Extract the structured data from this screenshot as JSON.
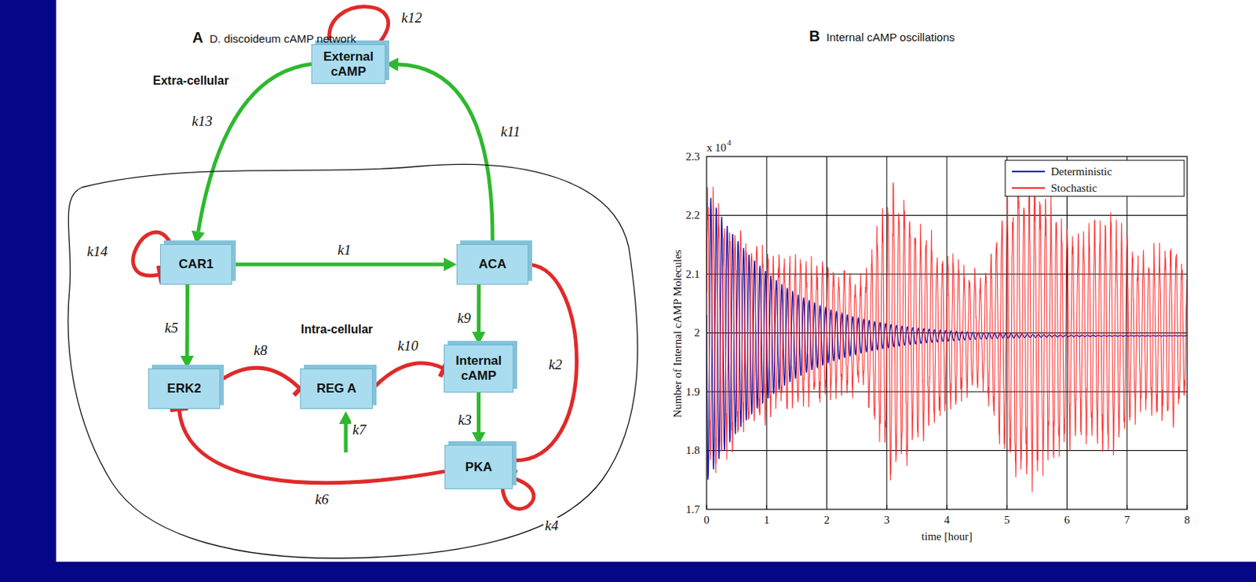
{
  "diagram": {
    "nodes": [
      {
        "text": [
          "External cAMP"
        ]
      },
      {
        "text": [
          "Intra-cellular"
        ]
      },
      {
        "text": [
          "CAR1"
        ],
        "in": 1
      },
      {
        "text": [
          "ACA"
        ],
        "in": 1
      },
      {
        "text": [
          "ERK2"
        ],
        "in": 1
      },
      {
        "text": [
          "REG A"
        ],
        "in": 1
      },
      {
        "text": [
          "Internal cAMP"
        ],
        "in": 1
      },
      {
        "text": [
          "PKA"
        ],
        "in": 1
      }
    ],
    "edges": [
      {
        "from": 0,
        "to": 0,
        "arrow": "to",
        "label": "k12"
      },
      {
        "from": 0,
        "to": 2,
        "arrow": "to",
        "label": "k13"
      },
      {
        "from": 3,
        "to": 0,
        "arrow": "to",
        "label": "k11"
      },
      {
        "from": 2,
        "to": 2,
        "arrow": "to",
        "label": "k14"
      },
      {
        "from": 2,
        "to": 3,
        "arrow": "to",
        "label": "k1"
      },
      {
        "from": 2,
        "to": 4,
        "arrow": "to",
        "label": "k5"
      },
      {
        "from": 3,
        "to": 6,
        "arrow": "to",
        "label": "k9"
      },
      {
        "from": 4,
        "to": 5,
        "arrow": "to",
        "label": "k8"
      },
      {
        "from": 5,
        "to": 6,
        "arrow": "to",
        "label": "k10"
      },
      {
        "from": 6,
        "to": 7,
        "arrow": "to",
        "label": "k3"
      },
      {
        "from": 7,
        "to": 3,
        "arrow": "to",
        "label": "k2"
      },
      {
        "from": 7,
        "to": 4,
        "arrow": "to",
        "label": "k6"
      },
      {
        "from": 7,
        "to": 7,
        "arrow": "to",
        "label": "k4"
      }
    ],
    "labels": [
      "A",
      "D. discoideum cAMP network",
      "Extra-cellular",
      "k7",
      "B",
      "Internal cAMP oscillations",
      "x 10",
      "4",
      "2.3",
      "2.2",
      "2.1",
      "2",
      "1.9",
      "1.8",
      "1.7",
      "0",
      "1",
      "2",
      "3",
      "4",
      "5",
      "6",
      "7",
      "8",
      "Number of Internal cAMP Molecules",
      "time [hour]"
    ],
    "legend": [
      {
        "text": "Deterministic"
      },
      {
        "text": "Stochastic"
      }
    ]
  }
}
